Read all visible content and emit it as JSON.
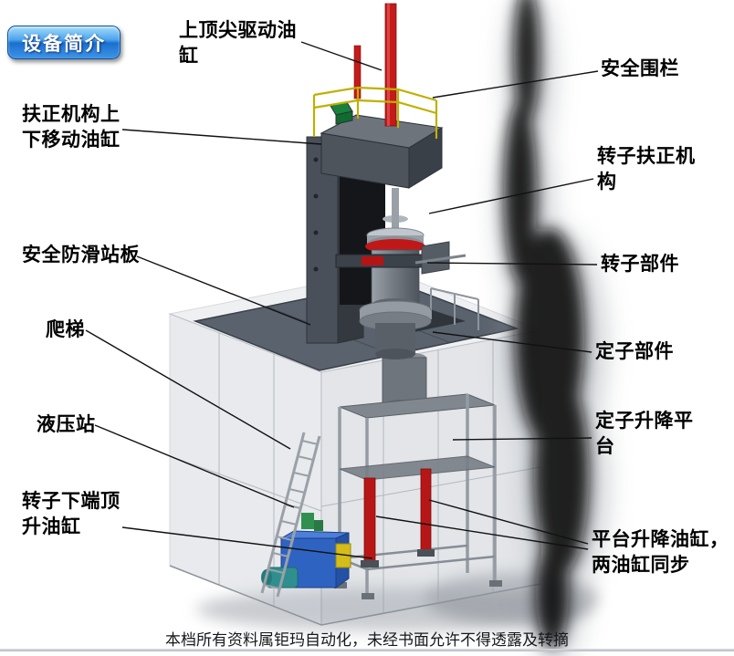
{
  "badge": {
    "label": "设备简介"
  },
  "labels": {
    "top_tip_cylinder": "上顶尖驱动油缸",
    "safety_fence": "安全围栏",
    "centering_move_cylinder": "扶正机构上下移动油缸",
    "rotor_centering_mechanism": "转子扶正机构",
    "antislip_plate": "安全防滑站板",
    "rotor_component": "转子部件",
    "ladder": "爬梯",
    "stator_component": "定子部件",
    "hydraulic_station": "液压站",
    "stator_lift_platform": "定子升降平台",
    "rotor_bottom_jack_cylinder": "转子下端顶升油缸",
    "platform_lift_cylinders": "平台升降油缸，两油缸同步"
  },
  "footer": {
    "text": "本档所有资料属钜玛自动化，未经书面允许不得透露及转摘"
  },
  "colors": {
    "accent_red": "#c01818",
    "badge_blue": "#1a6fce",
    "railing_yellow": "#c0b000",
    "hydraulic_blue": "#2f63c2",
    "deck_gray": "#5a626d"
  }
}
